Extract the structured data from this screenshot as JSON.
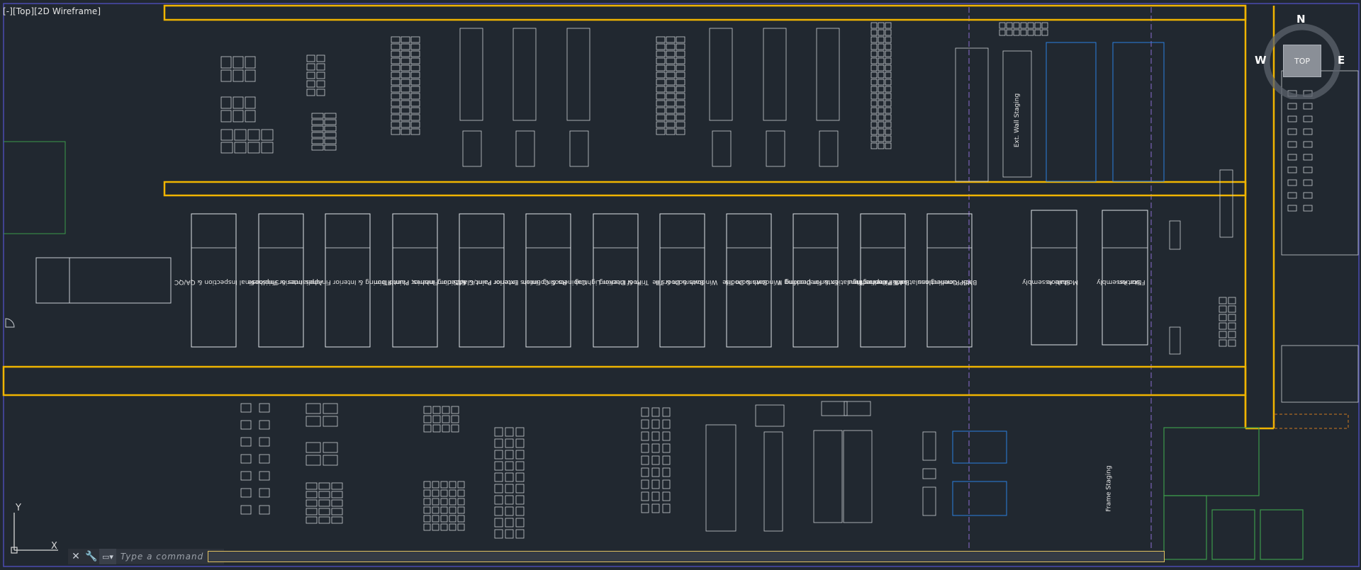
{
  "viewport": {
    "controls_menu": "[-]",
    "view_name": "[Top]",
    "visual_style": "[2D Wireframe]"
  },
  "viewcube": {
    "north": "N",
    "west": "W",
    "east": "E",
    "top_face": "TOP"
  },
  "ucs": {
    "y_label": "Y",
    "x_label": "X"
  },
  "command_line": {
    "close_icon": "close-icon",
    "customize_icon": "wrench-icon",
    "placeholder": "Type a command"
  },
  "stations": [
    {
      "line1": "Final Inspection & QA/QC",
      "line2": ""
    },
    {
      "line1": "Interior Finishes",
      "line2": "Appliances & Shiploose"
    },
    {
      "line1": "Flooring & Interior Finishes",
      "line2": ""
    },
    {
      "line1": "Interior Paint II",
      "line2": "Exterior Finishes, Plumb Trim"
    },
    {
      "line1": "Exterior Paint/Clad/Siding",
      "line2": "Interior Paint & A/C"
    },
    {
      "line1": "Roofing Finish",
      "line2": "Cabinets & Counters"
    },
    {
      "line1": "Trim & Interior Lighting",
      "line2": "Roof Decking"
    },
    {
      "line1": "Bathroom & Tile",
      "line2": "Windows & Doors II"
    },
    {
      "line1": "Bathroom Tile",
      "line2": "Windows & Doors"
    },
    {
      "line1": "Exterior Decking",
      "line2": "Insulation & Fireproofing II"
    },
    {
      "line1": "MEP Connections",
      "line2": "Back Panelling II",
      "line3": "Insulation & Fireproofing"
    },
    {
      "line1": "MEP Connections",
      "line2": "Back Panelling"
    },
    {
      "line1": "Module Assembly",
      "line2": "Station"
    },
    {
      "line1": "Floor Assembly",
      "line2": "Station"
    }
  ],
  "areas": {
    "wall_staging": "Ext. Wall Staging",
    "frame_staging": "Frame Staging"
  },
  "colors": {
    "background": "#212830",
    "conveyor": "#f0b400",
    "linework": "#c8ccd2",
    "rack_blue": "#2a7fe0",
    "room_green": "#3c9a4a",
    "axis_purple": "#8b6cd0"
  }
}
